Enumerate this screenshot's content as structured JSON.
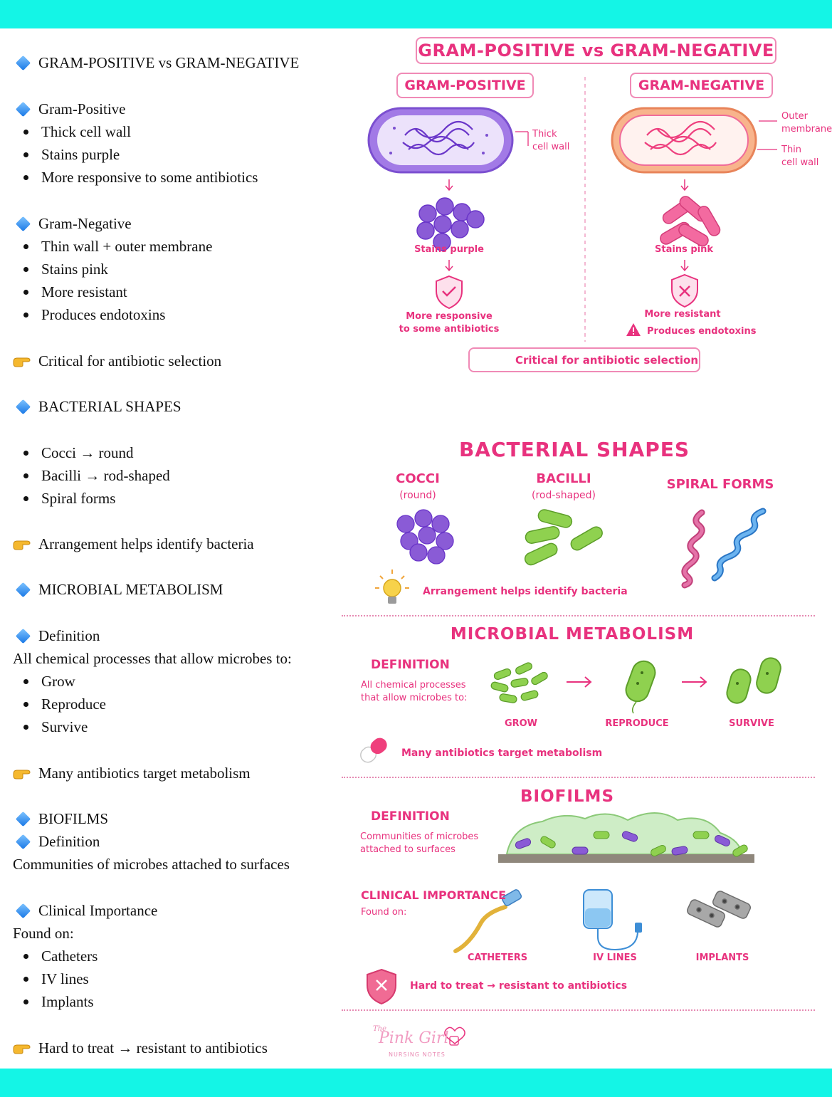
{
  "notes": {
    "gram_title": "GRAM-POSITIVE vs GRAM-NEGATIVE",
    "gram_pos_title": "Gram-Positive",
    "gram_pos_items": [
      "Thick cell wall",
      "Stains purple",
      "More responsive to some antibiotics"
    ],
    "gram_neg_title": "Gram-Negative",
    "gram_neg_items": [
      "Thin wall + outer membrane",
      "Stains pink",
      "More resistant",
      "Produces endotoxins"
    ],
    "gram_note": "Critical for antibiotic selection",
    "shapes_title": "BACTERIAL SHAPES",
    "shapes_items": [
      "Cocci → round",
      "Bacilli → rod-shaped",
      "Spiral forms"
    ],
    "shapes_note": "Arrangement helps identify bacteria",
    "metab_title": "MICROBIAL METABOLISM",
    "metab_def_title": "Definition",
    "metab_def_text": "All chemical processes that allow microbes to:",
    "metab_items": [
      "Grow",
      "Reproduce",
      "Survive"
    ],
    "metab_note": "Many antibiotics target metabolism",
    "biofilm_title": "BIOFILMS",
    "biofilm_def_title": "Definition",
    "biofilm_def_text": "Communities of microbes attached to surfaces",
    "clinical_title": "Clinical Importance",
    "found_on": "Found on:",
    "clinical_items": [
      "Catheters",
      "IV lines",
      "Implants"
    ],
    "biofilm_note": "Hard to treat → resistant to antibiotics"
  },
  "infographic": {
    "gram": {
      "title": "GRAM-POSITIVE vs GRAM-NEGATIVE",
      "pos_label": "GRAM-POSITIVE",
      "neg_label": "GRAM-NEGATIVE",
      "thick_wall": "Thick\ncell wall",
      "outer_membrane": "Outer\nmembrane",
      "thin_wall": "Thin\ncell wall",
      "stains_purple": "Stains purple",
      "stains_pink": "Stains pink",
      "more_responsive": "More responsive\nto some antibiotics",
      "more_resistant": "More resistant",
      "endotoxins": "Produces endotoxins",
      "critical": "Critical for antibiotic selection"
    },
    "shapes": {
      "title": "BACTERIAL SHAPES",
      "cocci": "COCCI",
      "cocci_sub": "(round)",
      "bacilli": "BACILLI",
      "bacilli_sub": "(rod-shaped)",
      "spiral": "SPIRAL FORMS",
      "note": "Arrangement helps identify bacteria"
    },
    "metab": {
      "title": "MICROBIAL METABOLISM",
      "def_label": "DEFINITION",
      "def_text": "All chemical processes\nthat allow microbes to:",
      "grow": "GROW",
      "reproduce": "REPRODUCE",
      "survive": "SURVIVE",
      "note": "Many antibiotics target metabolism"
    },
    "biofilm": {
      "title": "BIOFILMS",
      "def_label": "DEFINITION",
      "def_text": "Communities of microbes\nattached to surfaces",
      "clinical_label": "CLINICAL IMPORTANCE",
      "found_on": "Found on:",
      "catheters": "CATHETERS",
      "iv_lines": "IV LINES",
      "implants": "IMPLANTS",
      "note": "Hard to treat → resistant to antibiotics"
    },
    "logo": {
      "script": "Pink Girl",
      "prefix": "The",
      "tag": "NURSING NOTES"
    }
  },
  "colors": {
    "accent_pink": "#e8327e",
    "band": "#14f5e6",
    "purple": "#8a5bd6",
    "green": "#8fd14f",
    "blue": "#2f8fe0"
  }
}
